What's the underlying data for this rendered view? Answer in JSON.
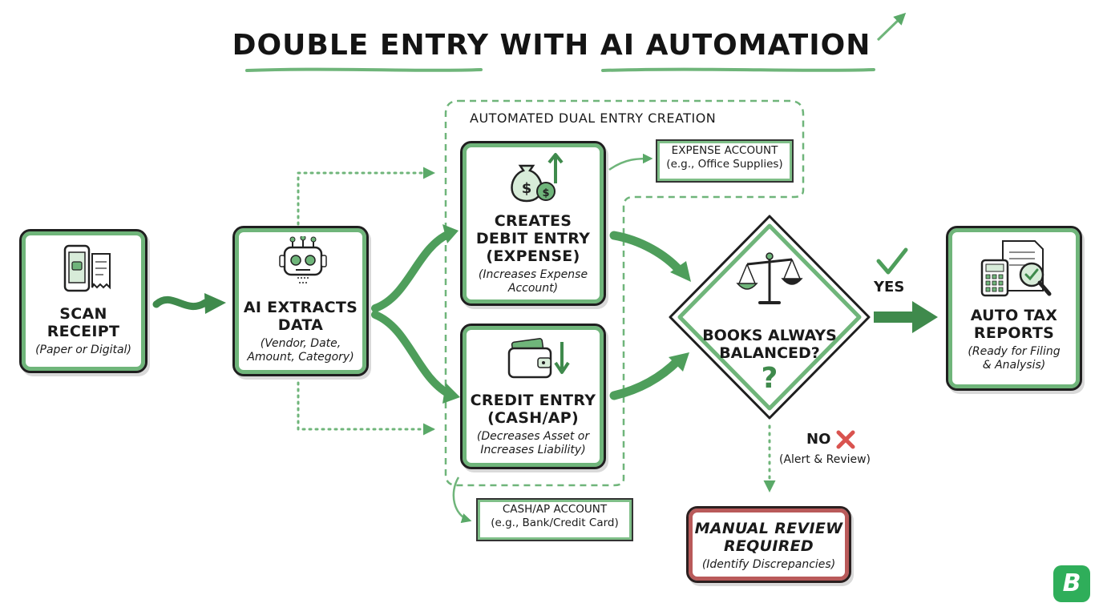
{
  "title": "DOUBLE ENTRY WITH AI AUTOMATION",
  "group_label": "AUTOMATED DUAL ENTRY CREATION",
  "steps": {
    "scan": {
      "title_l1": "SCAN",
      "title_l2": "RECEIPT",
      "sub": "(Paper or Digital)"
    },
    "extract": {
      "title_l1": "AI EXTRACTS",
      "title_l2": "DATA",
      "sub_l1": "(Vendor, Date,",
      "sub_l2": "Amount, Category)"
    },
    "debit": {
      "title_l1": "CREATES",
      "title_l2": "DEBIT ENTRY",
      "title_l3": "(EXPENSE)",
      "sub_l1": "(Increases Expense",
      "sub_l2": "Account)"
    },
    "credit": {
      "title_l1": "CREDIT ENTRY",
      "title_l2": "(CASH/AP)",
      "sub_l1": "(Decreases Asset or",
      "sub_l2": "Increases Liability)"
    },
    "decision": {
      "title_l1": "BOOKS ALWAYS",
      "title_l2": "BALANCED?",
      "mark": "?"
    },
    "reports": {
      "title_l1": "AUTO TAX",
      "title_l2": "REPORTS",
      "sub_l1": "(Ready for Filing",
      "sub_l2": "& Analysis)"
    },
    "manual": {
      "title_l1": "MANUAL REVIEW",
      "title_l2": "REQUIRED",
      "sub": "(Identify Discrepancies)"
    }
  },
  "accounts": {
    "expense": {
      "l1": "EXPENSE ACCOUNT",
      "l2": "(e.g., Office Supplies)"
    },
    "cash": {
      "l1": "CASH/AP ACCOUNT",
      "l2": "(e.g., Bank/Credit Card)"
    }
  },
  "branches": {
    "yes": "YES",
    "no": "NO",
    "no_sub": "(Alert & Review)"
  },
  "brand_logo": "B",
  "colors": {
    "accent": "#6fb57a",
    "accent_dark": "#3f8a4c",
    "arrow": "#5aa968",
    "alert_red": "#d9534f",
    "logo": "#2fae5a"
  },
  "icons": {
    "scan": "phone-receipt-icon",
    "extract": "robot-icon",
    "debit": "money-bag-icon",
    "credit": "wallet-icon",
    "decision": "balance-scale-icon",
    "reports": "calculator-report-icon"
  }
}
